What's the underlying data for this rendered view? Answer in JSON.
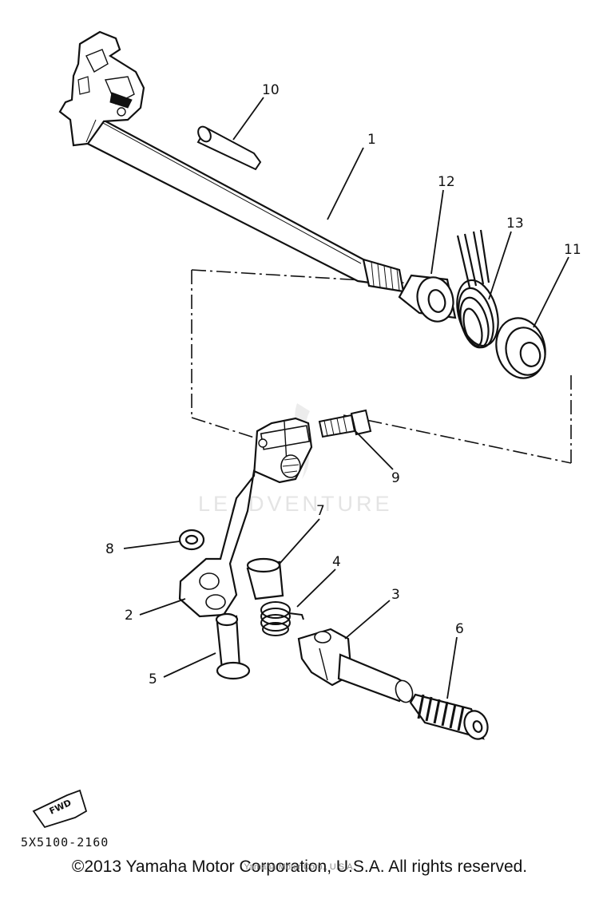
{
  "diagram": {
    "callouts": [
      "1",
      "2",
      "3",
      "4",
      "5",
      "6",
      "7",
      "8",
      "9",
      "10",
      "11",
      "12",
      "13"
    ],
    "watermark": "LEADVENTURE",
    "drawing_code": "5X5100-2160",
    "direction_mark": "FWD"
  },
  "footer": {
    "copyright": "©2013 Yamaha Motor Corporation, U.S.A. All rights reserved.",
    "overlay": "Yamaha Motor Corp., U.S.A."
  }
}
